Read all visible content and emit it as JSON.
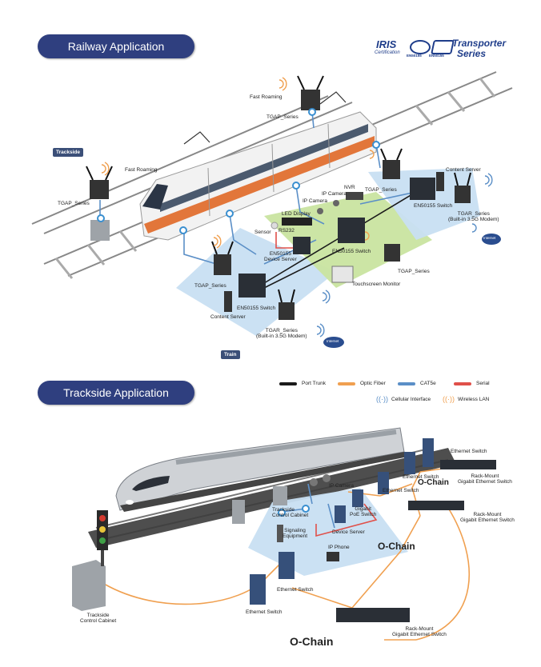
{
  "sections": {
    "railway_title": "Railway Application",
    "trackside_title": "Trackside Application"
  },
  "logo": {
    "iris_text": "IRIS",
    "iris_sub": "Certification",
    "badge1": "EN50155",
    "badge2": "EN50155",
    "transporter": "Transporter",
    "series": "Series"
  },
  "railway": {
    "trackside_tag": "Trackside",
    "train_tag": "Train",
    "fast_roaming_top": "Fast Roaming",
    "tgap_top": "TGAP_Series",
    "fast_roaming_left": "Fast Roaming",
    "tgap_left": "TGAP_Series",
    "nvr": "NVR",
    "ip_camera_1": "IP Camera",
    "ip_camera_2": "IP Camera",
    "tgap_right": "TGAP_Series",
    "content_server_right": "Content Server",
    "en50155_switch_right": "EN50155 Switch",
    "tgar_right_1": "TGAR_Series",
    "tgar_right_2": "(Built-in 3.5G Modem)",
    "led_display": "LED Display",
    "rs232": "RS232",
    "sensor": "Sensor",
    "en50155_device_server_1": "EN50155",
    "en50155_device_server_2": "Device Server",
    "en50155_switch_center": "EN50155 Switch",
    "tgap_mid_right": "TGAP_Series",
    "touchscreen_monitor": "Touchscreen Monitor",
    "tgap_bottom_left": "TGAP_Series",
    "en50155_switch_bottom": "EN50155 Switch",
    "content_server_bottom": "Content Server",
    "tgar_bottom_1": "TGAR_Series",
    "tgar_bottom_2": "(Built-in 3.5G Modem)",
    "internet_1": "Internet",
    "internet_2": "Internet"
  },
  "legend": {
    "port_trunk": "Port Trunk",
    "optic_fiber": "Optic Fiber",
    "cat5e": "CAT5e",
    "serial": "Serial",
    "cellular": "Cellular Interface",
    "wireless": "Wireless LAN"
  },
  "trackside": {
    "ethernet_switch_top": "Ethernet Switch",
    "ethernet_switch_a": "Ethernet Switch",
    "rack_mount_top_1": "Rack-Mount",
    "rack_mount_top_2": "Gigabit Ethernet Switch",
    "ochain_top": "O-Chain",
    "ethernet_switch_b": "Ethernet Switch",
    "rack_mount_mid_1": "Rack-Mount",
    "rack_mount_mid_2": "Gigabit Ethernet Switch",
    "ip_camera": "IP Camera",
    "gigabit_poe_1": "Gigabit",
    "gigabit_poe_2": "PoE Switch",
    "trackside_cabinet_1": "Trackside",
    "trackside_cabinet_2": "Control Cabinet",
    "signaling_1": "Signaling",
    "signaling_2": "Equipment",
    "device_server": "Device Server",
    "ochain_mid": "O-Chain",
    "ip_phone": "IP Phone",
    "ethernet_switch_c": "Ethernet Switch",
    "trackside_cabinet_left_1": "Trackside",
    "trackside_cabinet_left_2": "Control Cabinet",
    "ethernet_switch_d": "Ethernet Switch",
    "ochain_bottom": "O-Chain",
    "rack_mount_bottom_1": "Rack-Mount",
    "rack_mount_bottom_2": "Gigabit Ethernet Switch"
  },
  "colors": {
    "pill": "#2f3f7f",
    "port_trunk": "#1a1a1a",
    "optic_fiber": "#f0a050",
    "cat5e": "#5b8fc7",
    "serial": "#e0504a",
    "panel_blue": "#c8dff2",
    "panel_green": "#c9e4a0"
  }
}
